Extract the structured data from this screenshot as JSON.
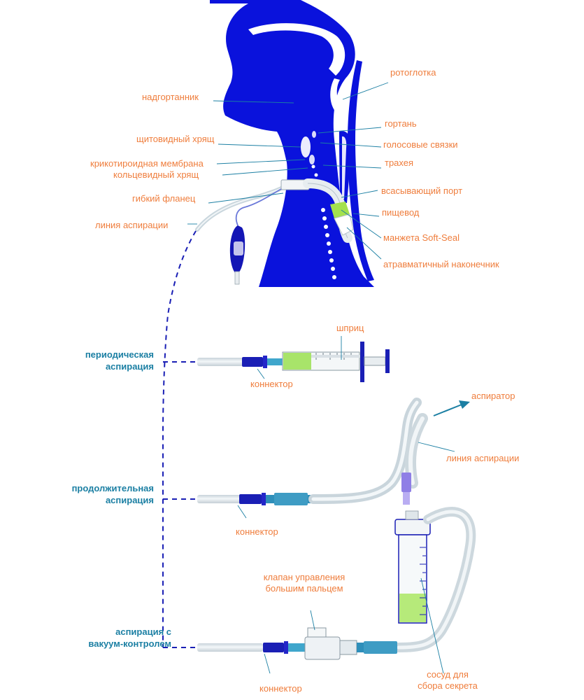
{
  "anatomy_labels": {
    "epiglottis": "надгортанник",
    "oropharynx": "ротоглотка",
    "thyroid_cartilage": "щитовидный хрящ",
    "larynx": "гортань",
    "vocal_cords": "голосовые связки",
    "cricothyroid_membrane": "крикотироидная мембрана",
    "cricoid_cartilage": "кольцевидный хрящ",
    "trachea": "трахея",
    "suction_port": "всасывающий порт",
    "flexible_flange": "гибкий фланец",
    "esophagus": "пищевод",
    "suction_line": "линия аспирации",
    "cuff": "манжета Soft-Seal",
    "atraumatic_tip": "атравматичный наконечник"
  },
  "modes": {
    "periodic": {
      "line1": "периодическая",
      "line2": "аспирация"
    },
    "continuous": {
      "line1": "продолжительная",
      "line2": "аспирация"
    },
    "vacuum": {
      "line1": "аспирация с",
      "line2": "вакуум-контролем"
    }
  },
  "components": {
    "syringe": "шприц",
    "connector_1": "коннектор",
    "connector_2": "коннектор",
    "connector_3": "коннектор",
    "aspirator": "аспиратор",
    "suction_line_2": "линия аспирации",
    "thumb_valve_line1": "клапан управления",
    "thumb_valve_line2": "большим пальцем",
    "container_line1": "сосуд для",
    "container_line2": "сбора секрета"
  },
  "colors": {
    "anatomy_blue": "#0a12dc",
    "label_orange": "#ef7d3c",
    "mode_teal": "#1b7fa3",
    "tube": "#dfe7ec",
    "connector_blue": "#1a1fb5",
    "connector_teal": "#3e9cc4",
    "fluid_green": "#b6ea7a"
  }
}
